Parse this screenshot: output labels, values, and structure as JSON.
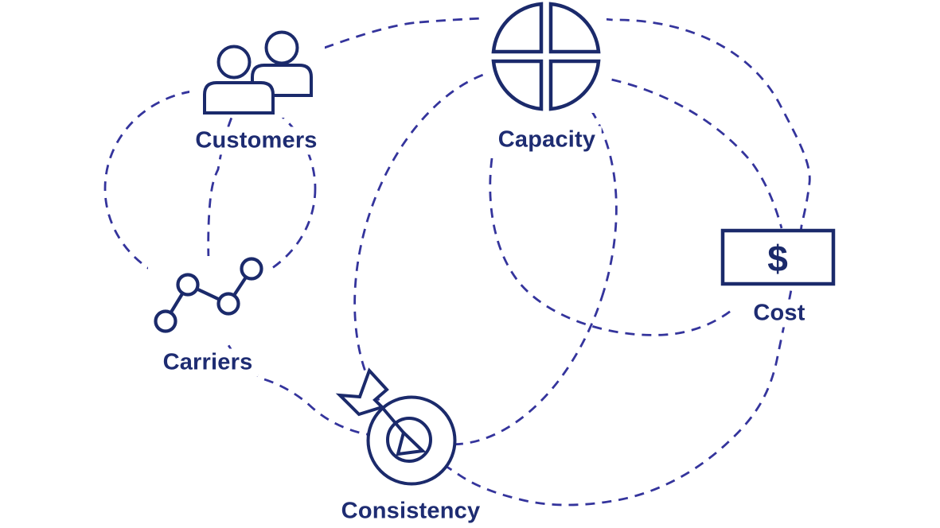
{
  "diagram": {
    "nodes": [
      {
        "id": "customers",
        "label": "Customers",
        "icon": "people-icon"
      },
      {
        "id": "capacity",
        "label": "Capacity",
        "icon": "pie-quadrants-icon"
      },
      {
        "id": "cost",
        "label": "Cost",
        "icon": "dollar-bill-icon",
        "symbol": "$"
      },
      {
        "id": "carriers",
        "label": "Carriers",
        "icon": "network-nodes-icon"
      },
      {
        "id": "consistency",
        "label": "Consistency",
        "icon": "target-arrow-icon"
      }
    ],
    "connections": [
      "customers-capacity-cost-consistency-carriers-loop",
      "customers-carriers-circle",
      "capacity-consistency-ellipse",
      "capacity-cost-upper-arc",
      "capacity-cost-lower-arc"
    ],
    "colors": {
      "ink": "#1b2a6b",
      "label_text": "#1e2c72",
      "dash_stroke": "#34349c",
      "background": "#ffffff"
    }
  }
}
